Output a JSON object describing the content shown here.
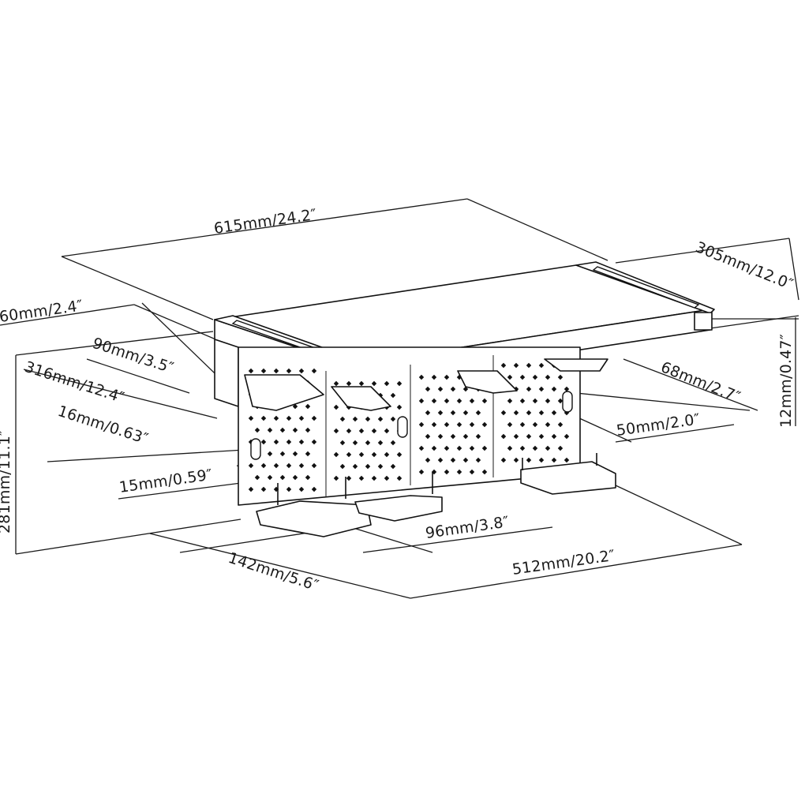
{
  "diagram": {
    "dimensions": {
      "overall_width": "615mm/24.2″",
      "depth": "305mm/12.0″",
      "shelf_thickness": "12mm/0.47″",
      "height": "281mm/11.1″",
      "bracket_60": "60mm/2.4″",
      "bracket_90": "90mm/3.5″",
      "bracket_316": "316mm/12.4″",
      "bracket_16": "16mm/0.63″",
      "bracket_15": "15mm/0.59″",
      "hook_68": "68mm/2.7″",
      "hook_50": "50mm/2.0″",
      "tray_96": "96mm/3.8″",
      "tray_142": "142mm/5.6″",
      "base_512": "512mm/20.2″"
    },
    "colors": {
      "line": "#1a1a1a",
      "background": "#ffffff"
    }
  }
}
